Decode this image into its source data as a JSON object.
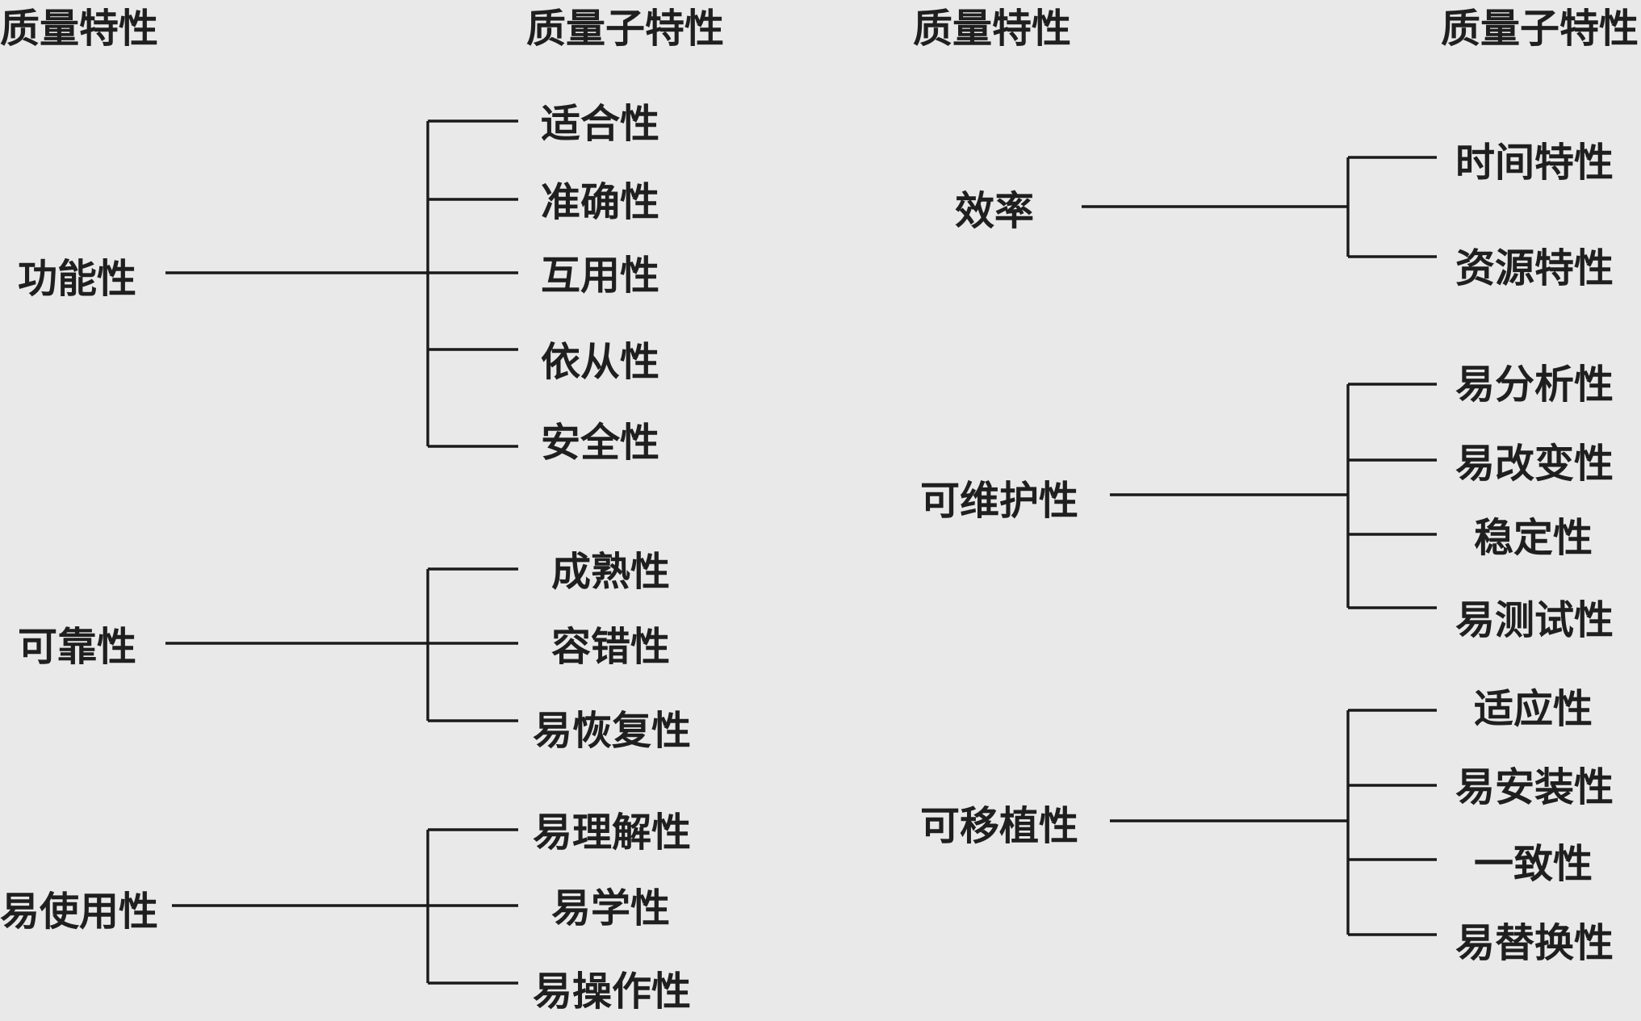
{
  "headers": {
    "left_characteristic": "质量特性",
    "left_subcharacteristic": "质量子特性",
    "right_characteristic": "质量特性",
    "right_subcharacteristic": "质量子特性"
  },
  "left_groups": [
    {
      "name": "功能性",
      "children": [
        "适合性",
        "准确性",
        "互用性",
        "依从性",
        "安全性"
      ]
    },
    {
      "name": "可靠性",
      "children": [
        "成熟性",
        "容错性",
        "易恢复性"
      ]
    },
    {
      "name": "易使用性",
      "children": [
        "易理解性",
        "易学性",
        "易操作性"
      ]
    }
  ],
  "right_groups": [
    {
      "name": "效率",
      "children": [
        "时间特性",
        "资源特性"
      ]
    },
    {
      "name": "可维护性",
      "children": [
        "易分析性",
        "易改变性",
        "稳定性",
        "易测试性"
      ]
    },
    {
      "name": "可移植性",
      "children": [
        "适应性",
        "易安装性",
        "一致性",
        "易替换性"
      ]
    }
  ]
}
